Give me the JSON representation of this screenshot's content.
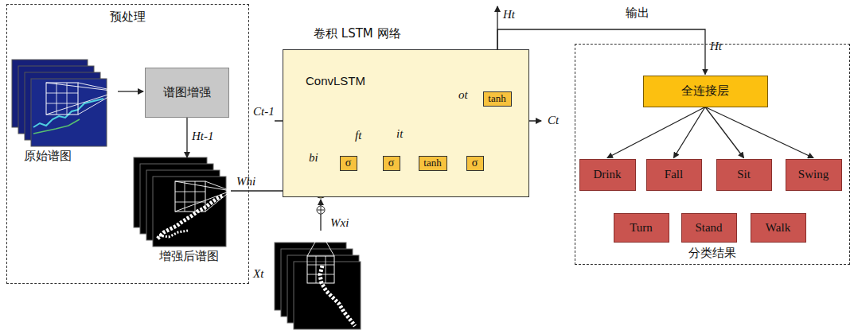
{
  "diagram": {
    "nodes": [
      {
        "text": [
          "预处理"
        ]
      },
      {
        "text": [
          "谱图增强"
        ],
        "in": 0
      },
      {
        "text": [
          "卷积 LSTM 网络",
          "ConvLSTM"
        ]
      },
      {
        "text": [
          "σ"
        ],
        "in": 2
      },
      {
        "text": [
          "σ"
        ],
        "in": 2
      },
      {
        "text": [
          "tanh"
        ],
        "in": 2
      },
      {
        "text": [
          "σ"
        ],
        "in": 2
      },
      {
        "text": [
          "tanh"
        ],
        "in": 2
      },
      {
        "text": [
          "分类结果"
        ]
      },
      {
        "text": [
          "全连接层"
        ],
        "in": 8
      },
      {
        "text": [
          "Drink"
        ],
        "in": 8
      },
      {
        "text": [
          "Fall"
        ],
        "in": 8
      },
      {
        "text": [
          "Sit"
        ],
        "in": 8
      },
      {
        "text": [
          "Swing"
        ],
        "in": 8
      },
      {
        "text": [
          "Turn"
        ],
        "in": 8
      },
      {
        "text": [
          "Stand"
        ],
        "in": 8
      },
      {
        "text": [
          "Walk"
        ],
        "in": 8
      }
    ],
    "edges": [
      {
        "from": 2,
        "to": 9,
        "arrow": "to",
        "label": "Ht"
      },
      {
        "from": 9,
        "to": 10,
        "arrow": "to"
      },
      {
        "from": 9,
        "to": 11,
        "arrow": "to"
      },
      {
        "from": 9,
        "to": 12,
        "arrow": "to"
      },
      {
        "from": 9,
        "to": 13,
        "arrow": "to"
      }
    ],
    "labels": [
      "原始谱图",
      "增强后谱图",
      "Ht-1",
      "Whi",
      "Xt",
      "Wxi",
      "bi",
      "Ct-1",
      "ft",
      "it",
      "ot",
      "Ct",
      "Ht",
      "输出"
    ]
  }
}
